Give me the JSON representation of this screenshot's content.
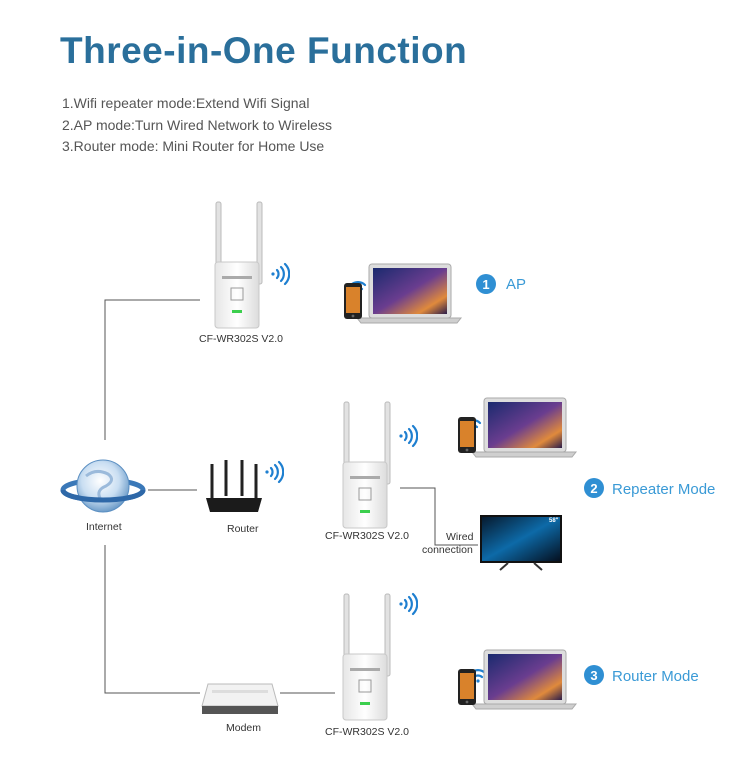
{
  "header": {
    "title": "Three-in-One Function"
  },
  "features": [
    "1.Wifi repeater mode:Extend Wifi Signal",
    "2.AP mode:Turn Wired Network to Wireless",
    "3.Router mode: Mini Router for Home Use"
  ],
  "devices": {
    "repeater_model": "CF-WR302S V2.0",
    "internet": "Internet",
    "router": "Router",
    "modem": "Modem",
    "wired_connection": [
      "Wired",
      "connection"
    ],
    "tv_size": "58\""
  },
  "modes": [
    {
      "number": "1",
      "label": "AP"
    },
    {
      "number": "2",
      "label": "Repeater Mode"
    },
    {
      "number": "3",
      "label": "Router Mode"
    }
  ],
  "colors": {
    "title": "#2a6f9b",
    "accent": "#2f8fd3",
    "wifi": "#1e7fd0"
  }
}
